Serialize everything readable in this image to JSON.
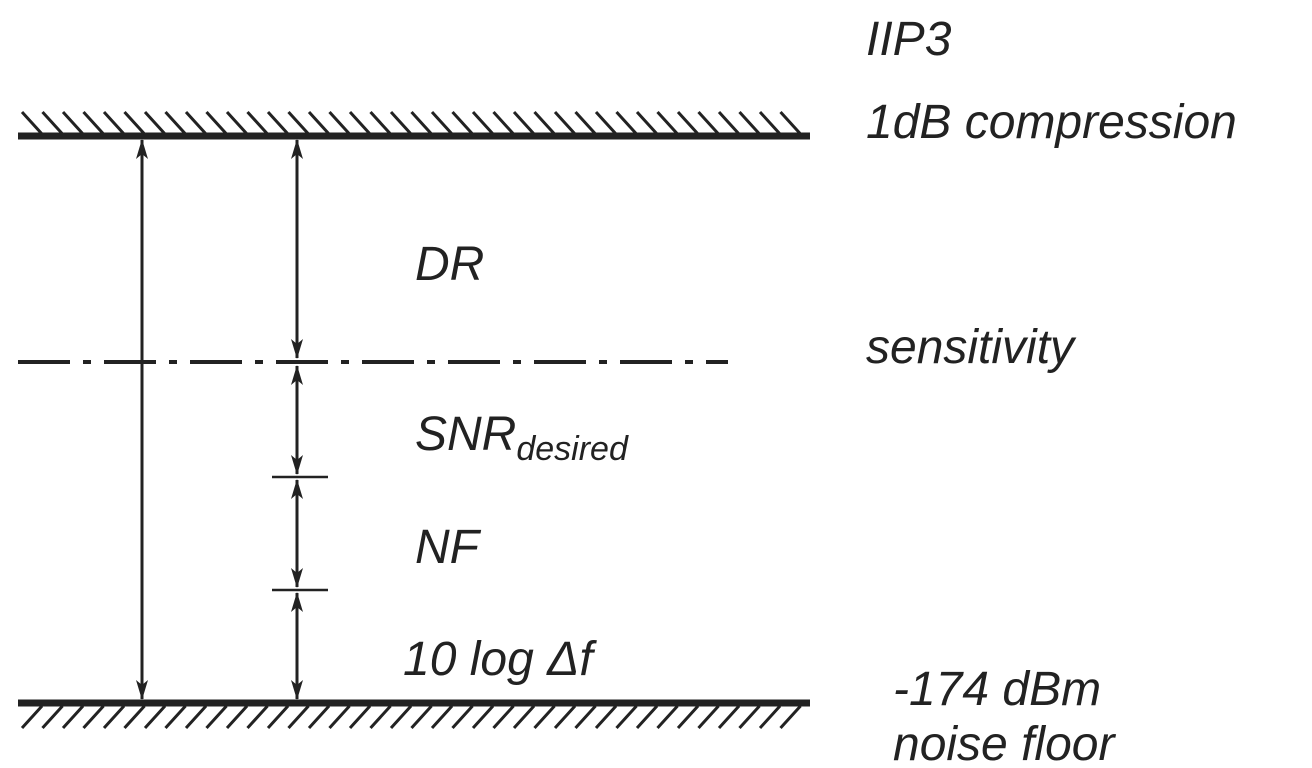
{
  "labels": {
    "iip3": "IIP3",
    "compression": "1dB compression",
    "dr": "DR",
    "sensitivity": "sensitivity",
    "snr_main": "SNR",
    "snr_sub": "desired",
    "nf": "NF",
    "log_df": "10 log Δf",
    "noise_dbm": "-174 dBm",
    "noise_floor": "noise floor"
  },
  "colors": {
    "ink": "#222222",
    "background": "#ffffff"
  }
}
